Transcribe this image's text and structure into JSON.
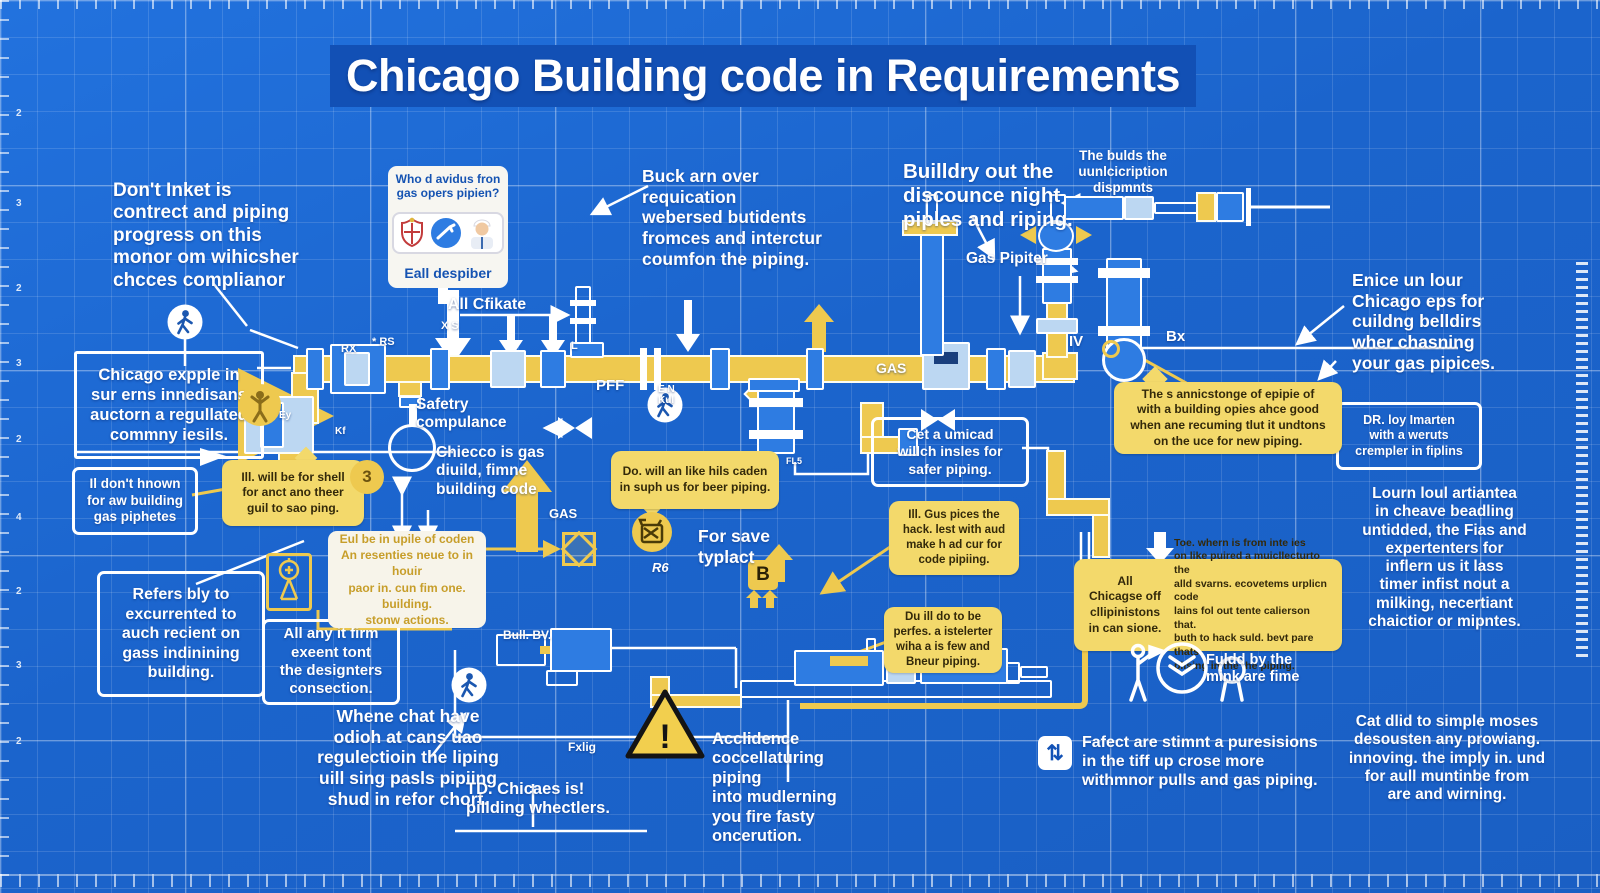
{
  "title": "Chicago Building code in Requirements",
  "colors": {
    "background": "#1b64cc",
    "title_band": "#1250b5",
    "pipe_yellow": "#eec94f",
    "bubble_yellow": "#f3d96b",
    "pipe_blue": "#2e7ce2",
    "pipe_light_blue": "#bcd7f2",
    "white": "#ffffff",
    "gold_text": "#c79e2a"
  },
  "texts": {
    "dont_inket": "Don't Inket is\ncontrect and piping\nprogress on this\nmonor om wihicsher\nchcces complianor",
    "who_title": "Who d avidus fron\ngas opers pipien?",
    "who_caption": "Eall despiber",
    "all_cfikate": "All Cfikate",
    "buck_arn": "Buck arn over\nrequication\nwebersed butidents\nfromces and interctur\ncoumfon the piping.",
    "builldry": "Builldry out the\ndiscounce night\npiples and riping.",
    "the_bulds": "The bulds the\nuunlcicription\ndispmnts",
    "gas_pipiter": "Gas Pipiter",
    "enice": "Enice un lour\nChicago eps for\ncuildng belldirs\nwher chasning\nyour gas pipices.",
    "dr_loy": "DR. loy Imarten\nwith a weruts\ncrempler in fiplins",
    "lourn": "Lourn loul artiantea\nin cheave beadling\nuntidded, the Fias and\nexpertenters for\ninflern us it lass\ntimer infist nout a\nmilking, necertiant\nchaictior or mipntes.",
    "chicago_expple": "Chicago expple in\nsur erns innedisans\nauctorn a regullated\ncommny iesils.",
    "il_dont": "Il don't hnown\nfor aw building\ngas piphetes",
    "ill_will": "Ill. will be for shell\nfor anct ano theer\nguil to sao ping.",
    "refers_bly": "Refers bly to\nexcurrented to\nauch recient on\ngass indinining\nbuilding.",
    "eul_be": "Eul be in upile of coden\nAn resenties neue to in houir\npaor in. cun fim one. building.\nstonw actions.",
    "all_any": "All any it firm\nexeent tont\nthe designters\nconsection.",
    "whene_chat": "Whene chat have\nodioh at cans uao\nregulectioin the liping\nuill sing pasls pipiing\nshud in refor chort.",
    "td_chicaes": "TD. Chicaes is!\npillding whectlers.",
    "safetry": "Safetry\ncompulance",
    "chiecco": "Chiecco is gas\ndiuild, fimne\nbuilding code",
    "do_will": "Do. will an like hils caden\nin suph us for beer piping.",
    "for_save": "For save\ntyplact",
    "cet_a": "Cet a umicad\nwillch insles for\nsafer piping.",
    "ill_gus": "Ill. Gus pices the\nhack. lest with aud\nmake h ad cur for\ncode pipiing.",
    "du_ill": "Du ill do to be\nperfes. a istelerter\nwiha a is few and\nBneur piping.",
    "the_annic": "The s annicstonge of epipie of\nwith a building opies ahce good\nwhen ane recuming tlut it undtons\non the uce for new piping.",
    "all_chicagse": "All\nChicagse off\ncllipinistons\nin can sione.",
    "toe_whern": "Toe. whern is from inte ies\non like puired a muicllecturto the\nalld svarns. ecovetems urplicn code\nlains fol out tente calierson that.\nbuth to hack suld. bevt pare thats\nplising in the the piping.",
    "fuldd": "Fuldd by the\nmink are fime",
    "fafect": "Fafect are stimnt a puresisions\nin the tiff up crose more\nwithmnor pulls and gas piping.",
    "cat_dlid": "Cat dlid to simple moses\ndesousten any prowiang.\ninnoving. the imply in. und\nfor aull muntinbe from\nare and wirning.",
    "acclidence": "Acclidence\ncoccellaturing\npiping\ninto mudlerning\nyou fire fasty\noncerution."
  },
  "labels": {
    "pff": "PFF",
    "gas_meter": "GAS",
    "gas_small": "GAS",
    "r6": "R6",
    "rx": "RX",
    "rs": "* RS",
    "xs": "X S",
    "l": "L",
    "bx": "Bx",
    "iv": "IV",
    "ey": "Ey",
    "kf": "Kf",
    "en_kul": "E N\nKul",
    "bull_bv": "Bull. BV.",
    "fxlig": "Fxlig",
    "fl5": "FL5",
    "b_badge": "B",
    "warning": "!",
    "updown": "⇅",
    "c3": "3"
  },
  "ruler_numbers": [
    "2",
    "3",
    "2",
    "3",
    "2",
    "4",
    "2",
    "3",
    "2"
  ]
}
